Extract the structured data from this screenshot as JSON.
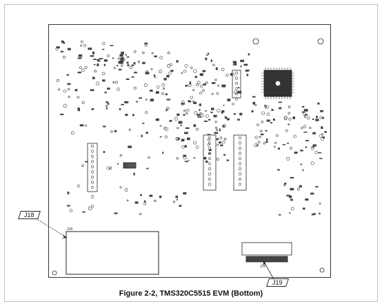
{
  "figure": {
    "caption": "Figure 2-2, TMS320C5515 EVM (Bottom)",
    "callouts": {
      "j18": "J18",
      "j19": "J19"
    },
    "board_labels": {
      "j18_silk": "J18",
      "j19_silk": "J19"
    }
  },
  "colors": {
    "ink": "#222222",
    "board_bg": "#ffffff",
    "frame": "#bdbdbd"
  }
}
